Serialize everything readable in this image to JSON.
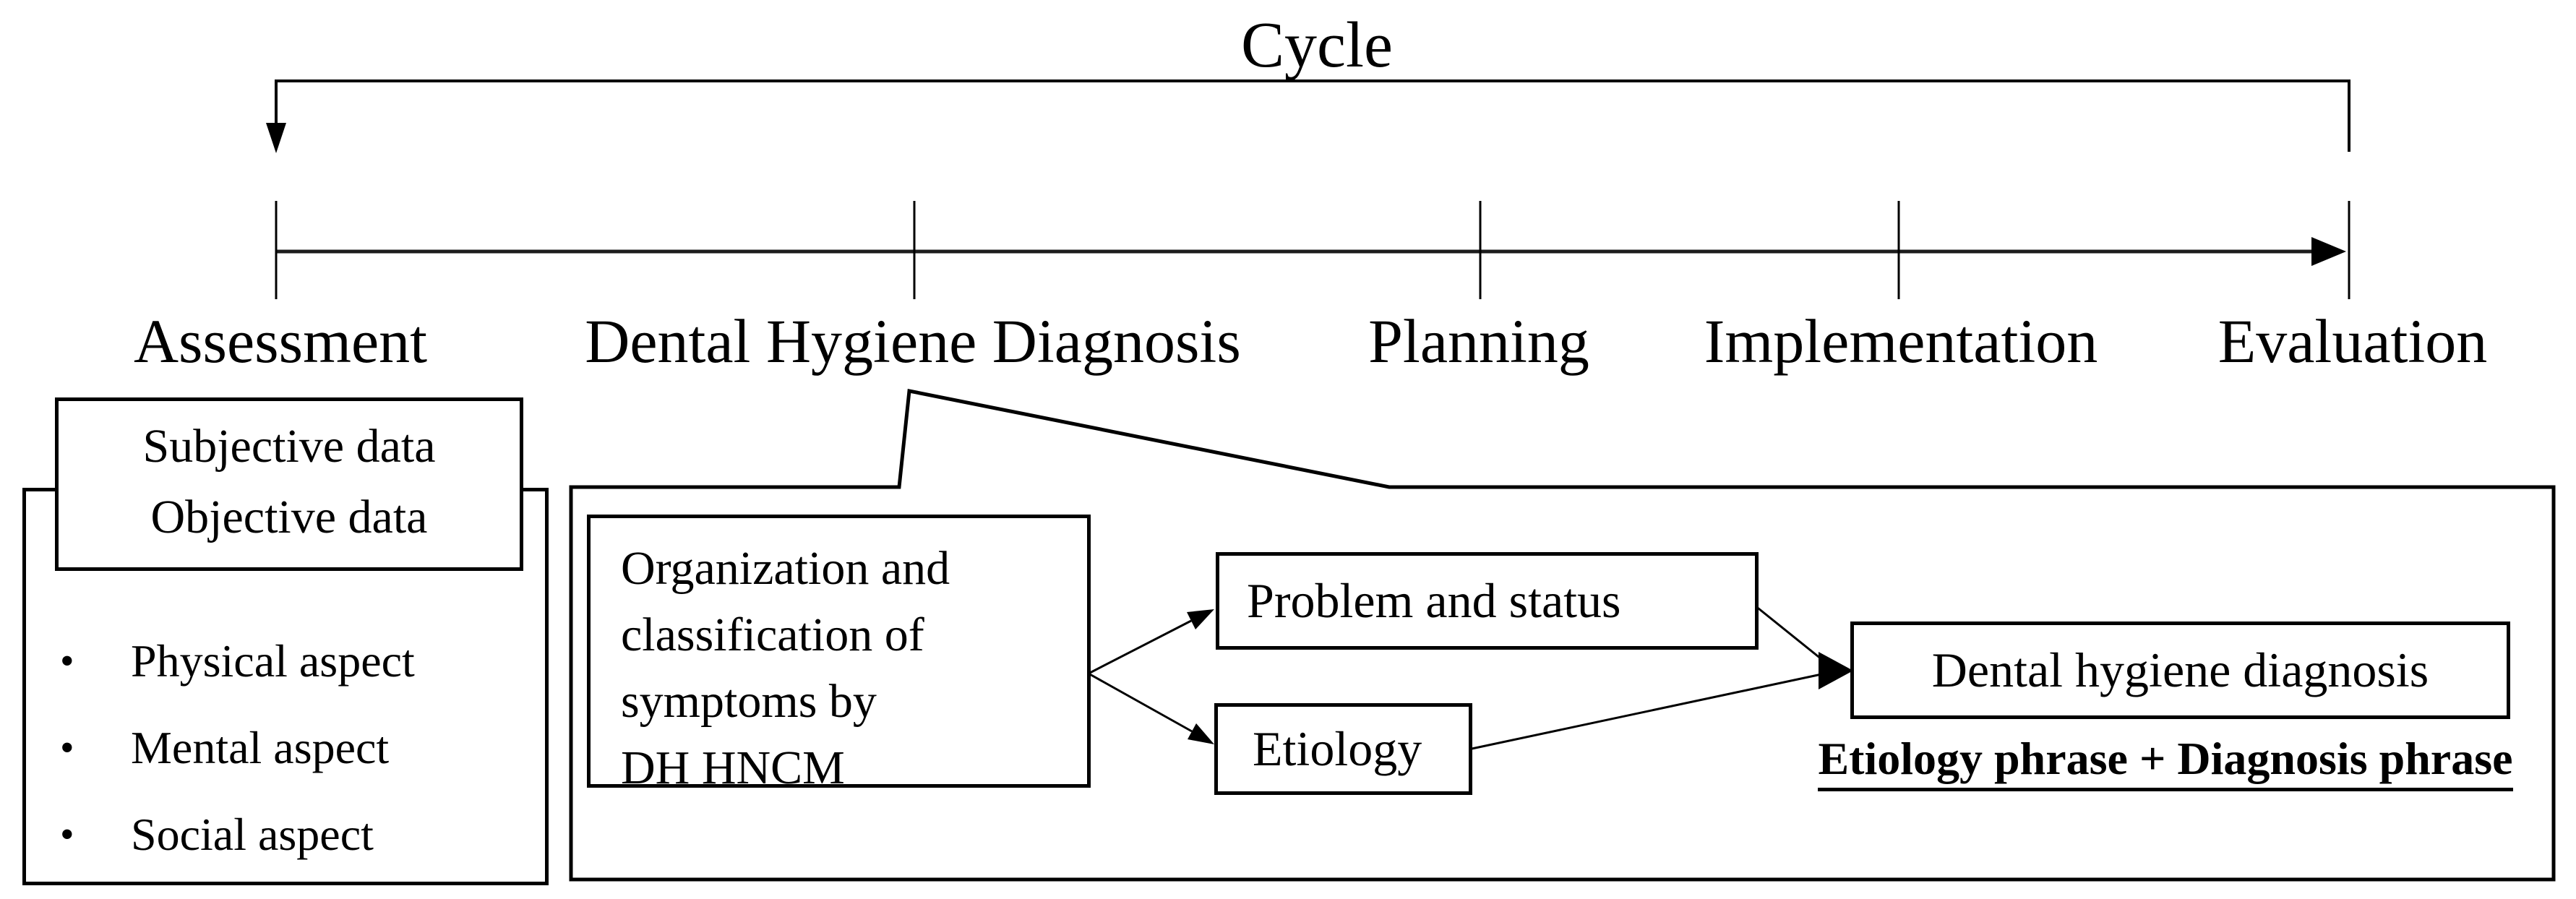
{
  "cycle": {
    "label": "Cycle"
  },
  "timeline": {
    "stages": [
      {
        "label": "Assessment"
      },
      {
        "label": "Dental Hygiene Diagnosis"
      },
      {
        "label": "Planning"
      },
      {
        "label": "Implementation"
      },
      {
        "label": "Evaluation"
      }
    ]
  },
  "assessment_panel": {
    "bullet_glyph": "•",
    "data_box": {
      "lines": [
        "Subjective data",
        "Objective data"
      ]
    },
    "bullets": [
      "Physical aspect",
      "Mental aspect",
      "Social aspect"
    ]
  },
  "diagnosis_panel": {
    "organization_box": {
      "lines": [
        "Organization and",
        "classification of",
        "symptoms by",
        "DH HNCM"
      ]
    },
    "problem_box": {
      "label": "Problem and status"
    },
    "etiology_box": {
      "label": "Etiology"
    },
    "diagnosis_box": {
      "label": "Dental hygiene diagnosis"
    },
    "phrase_note": {
      "label": "Etiology phrase + Diagnosis phrase"
    }
  },
  "colors": {
    "ink": "#000000",
    "timeline_line": "#1c1c1c",
    "background": "#ffffff"
  }
}
